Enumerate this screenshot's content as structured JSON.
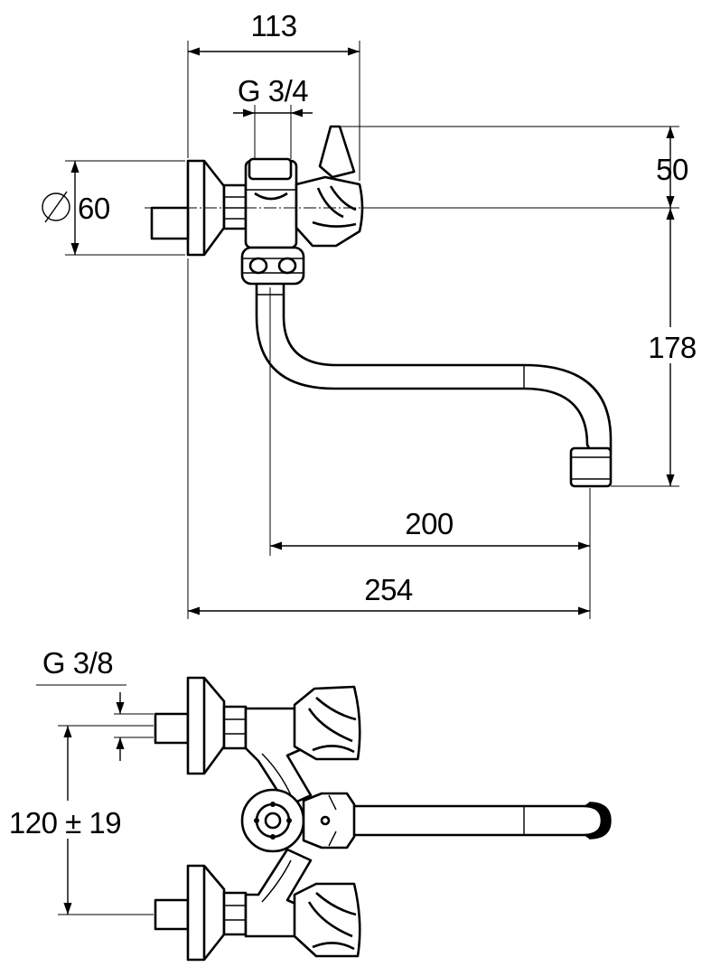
{
  "dimensions": {
    "overall_depth": "113",
    "inlet_thread": "G 3/4",
    "rosette_diameter_symbol": "⌀",
    "rosette_diameter": "60",
    "handle_height": "50",
    "spout_height": "178",
    "spout_reach": "200",
    "total_reach": "254",
    "outlet_thread": "G 3/8",
    "centre_distance": "120 ± 19"
  }
}
